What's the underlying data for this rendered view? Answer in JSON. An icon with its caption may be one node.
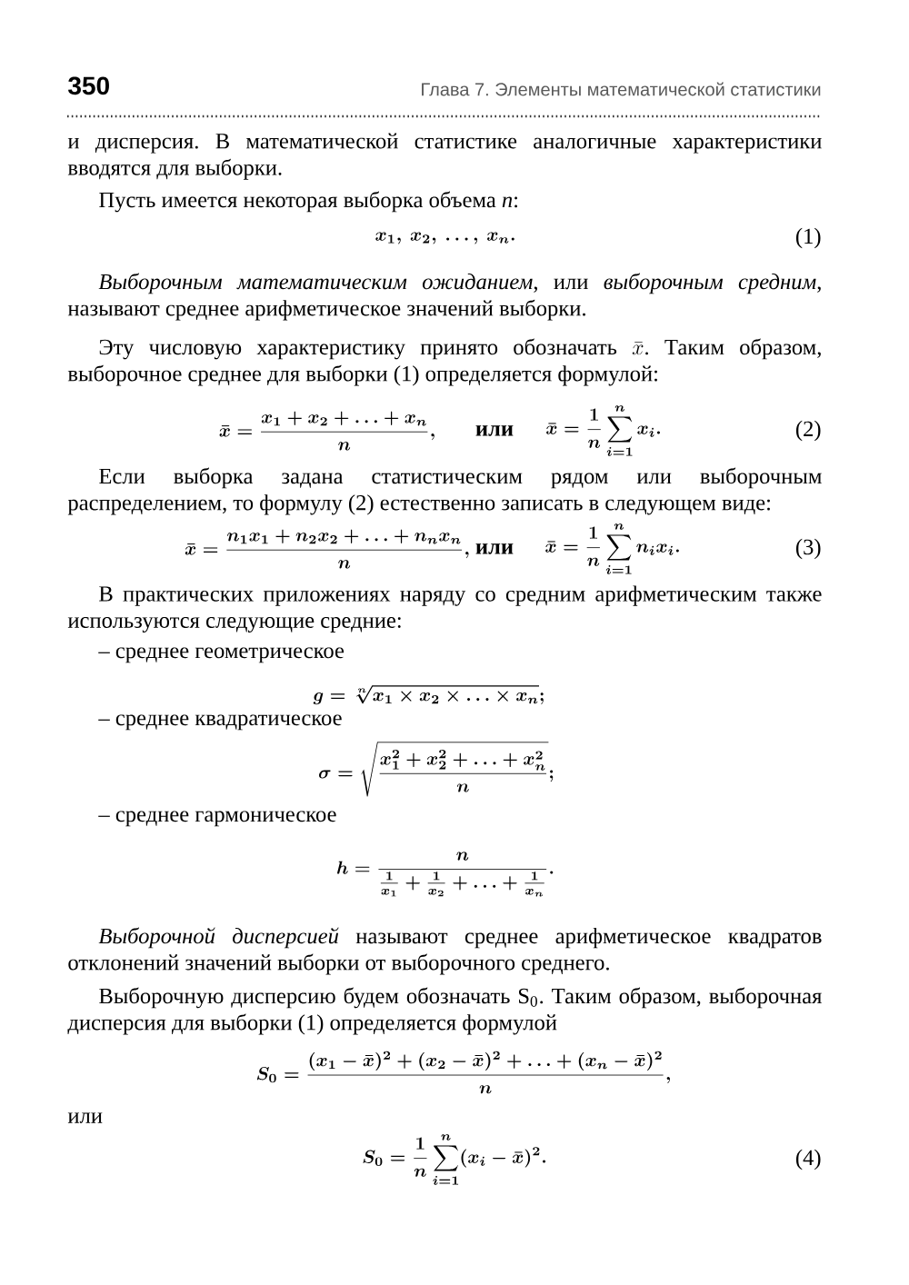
{
  "diagram": {
    "labels": [
      "350",
      "Глава 7. Элементы математической статистики",
      "и дисперсия. В математической статистике аналогичные характеристики вводятся для выборки.",
      "Пусть имеется некоторая выборка объема *n*:",
      "x_1,\\ x_2,\\ \\ldots,\\ x_n.",
      "(1)",
      "*Выборочным математическим ожиданием*, или *выборочным средним*, называют среднее арифметическое значений выборки.",
      "Эту числовую характеристику принято обозначать",
      "\\bar{x}",
      ". Таким образом, выборочное среднее для выборки (1) определяется формулой:",
      "\\bar{x}=\\frac{x_1+x_2+\\ldots+x_n}{n},",
      "или",
      "\\bar{x}=\\frac{1}{n}\\sum_{i=1}^{n}x_i.",
      "(2)",
      "Если выборка задана статистическим рядом или выборочным распределением, то формулу (2) естественно записать в следующем виде:",
      "\\bar{x}=\\frac{n_1x_1+n_2x_2+\\ldots+n_nx_n}{n},",
      "или",
      "\\bar{x}=\\frac{1}{n}\\sum_{i=1}^{n}n_ix_i.",
      "(3)",
      "В практических приложениях наряду со средним арифметическим также используются следующие средние:",
      "– среднее геометрическое",
      "g=\\sqrt[n]{x_1\\times x_2\\times\\ldots\\times x_n};",
      "– среднее квадратическое",
      "\\sigma=\\sqrt{\\frac{x_1^2+x_2^2+\\ldots+x_n^2}{n}};",
      "– среднее гармоническое",
      "h=\\frac{n}{\\frac{1}{x_1}+\\frac{1}{x_2}+\\ldots+\\frac{1}{x_n}}.",
      "*Выборочной дисперсией* называют среднее арифметическое квадратов отклонений значений выборки от выборочного среднего.",
      "Выборочную дисперсию будем обозначать S$_{0}$. Таким образом, выборочная дисперсия для выборки (1) определяется формулой",
      "S_0=\\frac{(x_1-\\bar{x})^2+(x_2-\\bar{x})^2+\\ldots+(x_n-\\bar{x})^2}{n},",
      "или",
      "S_0=\\frac{1}{n}\\sum_{i=1}^{n}(x_i-\\bar{x})^2.",
      "(4)"
    ]
  }
}
